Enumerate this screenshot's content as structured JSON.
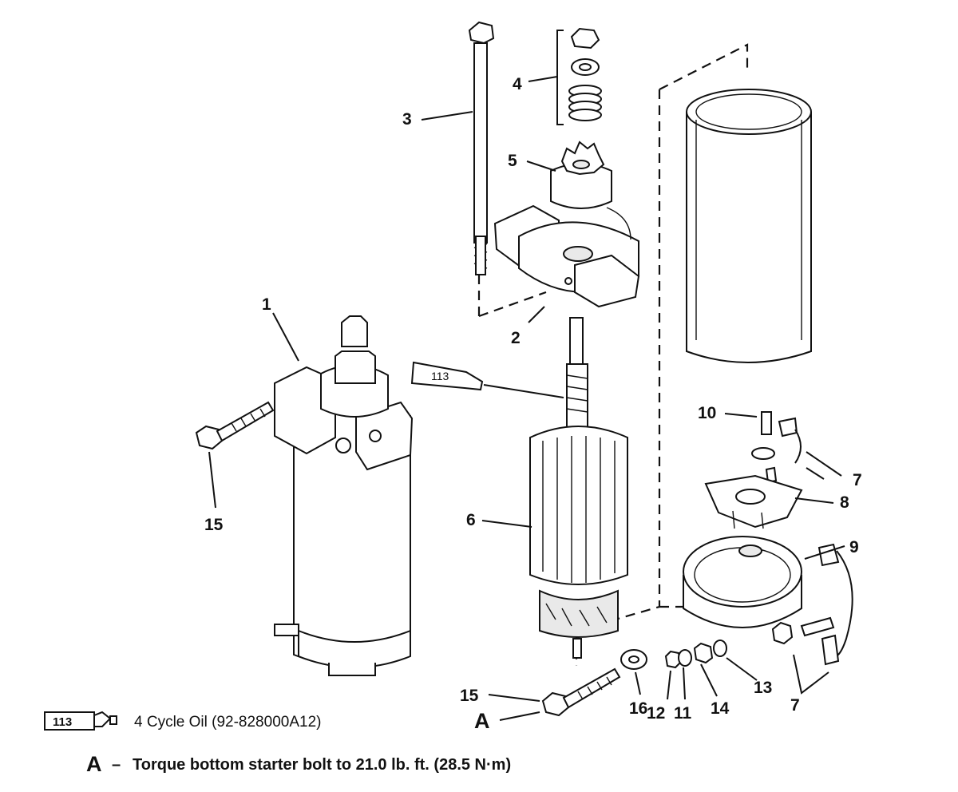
{
  "callouts": {
    "c1": "1",
    "c2": "2",
    "c3": "3",
    "c4": "4",
    "c5": "5",
    "c6": "6",
    "c7a": "7",
    "c7b": "7",
    "c8": "8",
    "c9": "9",
    "c10": "10",
    "c11": "11",
    "c12": "12",
    "c13": "13",
    "c14": "14",
    "c15a": "15",
    "c15b": "15",
    "c16": "16",
    "cA": "A"
  },
  "lubricant": {
    "code": "113",
    "description": "4 Cycle Oil (92-828000A12)"
  },
  "note": {
    "letter": "A",
    "dash": "–",
    "text": "Torque bottom starter bolt to 21.0 lb. ft. (28.5 N·m)"
  }
}
